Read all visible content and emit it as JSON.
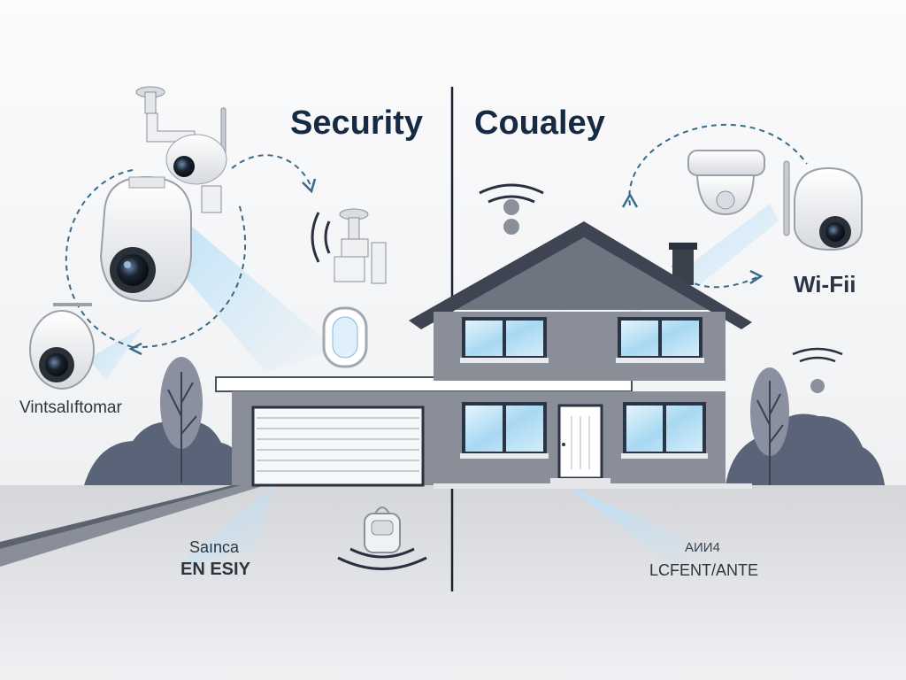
{
  "header": {
    "title_left": "Security",
    "title_right": "Coualey"
  },
  "labels": {
    "wifi": "Wi-Fii",
    "left_caption": "Vintsalıftomar",
    "bottom_left_small": "Saınca",
    "bottom_left_bold": "EN ESIY",
    "bottom_right_small": "AИИ4",
    "bottom_right_main": "LCFENT/ANTE"
  },
  "colors": {
    "title": "#162a44",
    "house_body": "#8a8e98",
    "roof": "#565c68",
    "window_frame": "#2a3444",
    "window_glass": "#bde4f7",
    "dashed_arrow": "#3a6a8a",
    "tree": "#5a6478",
    "light_beam": "#bfe2f7"
  },
  "icons": [
    "security-camera-icon",
    "dome-camera-icon",
    "wifi-signal-icon",
    "doorbell-icon",
    "smart-lock-icon",
    "motion-sensor-icon"
  ]
}
